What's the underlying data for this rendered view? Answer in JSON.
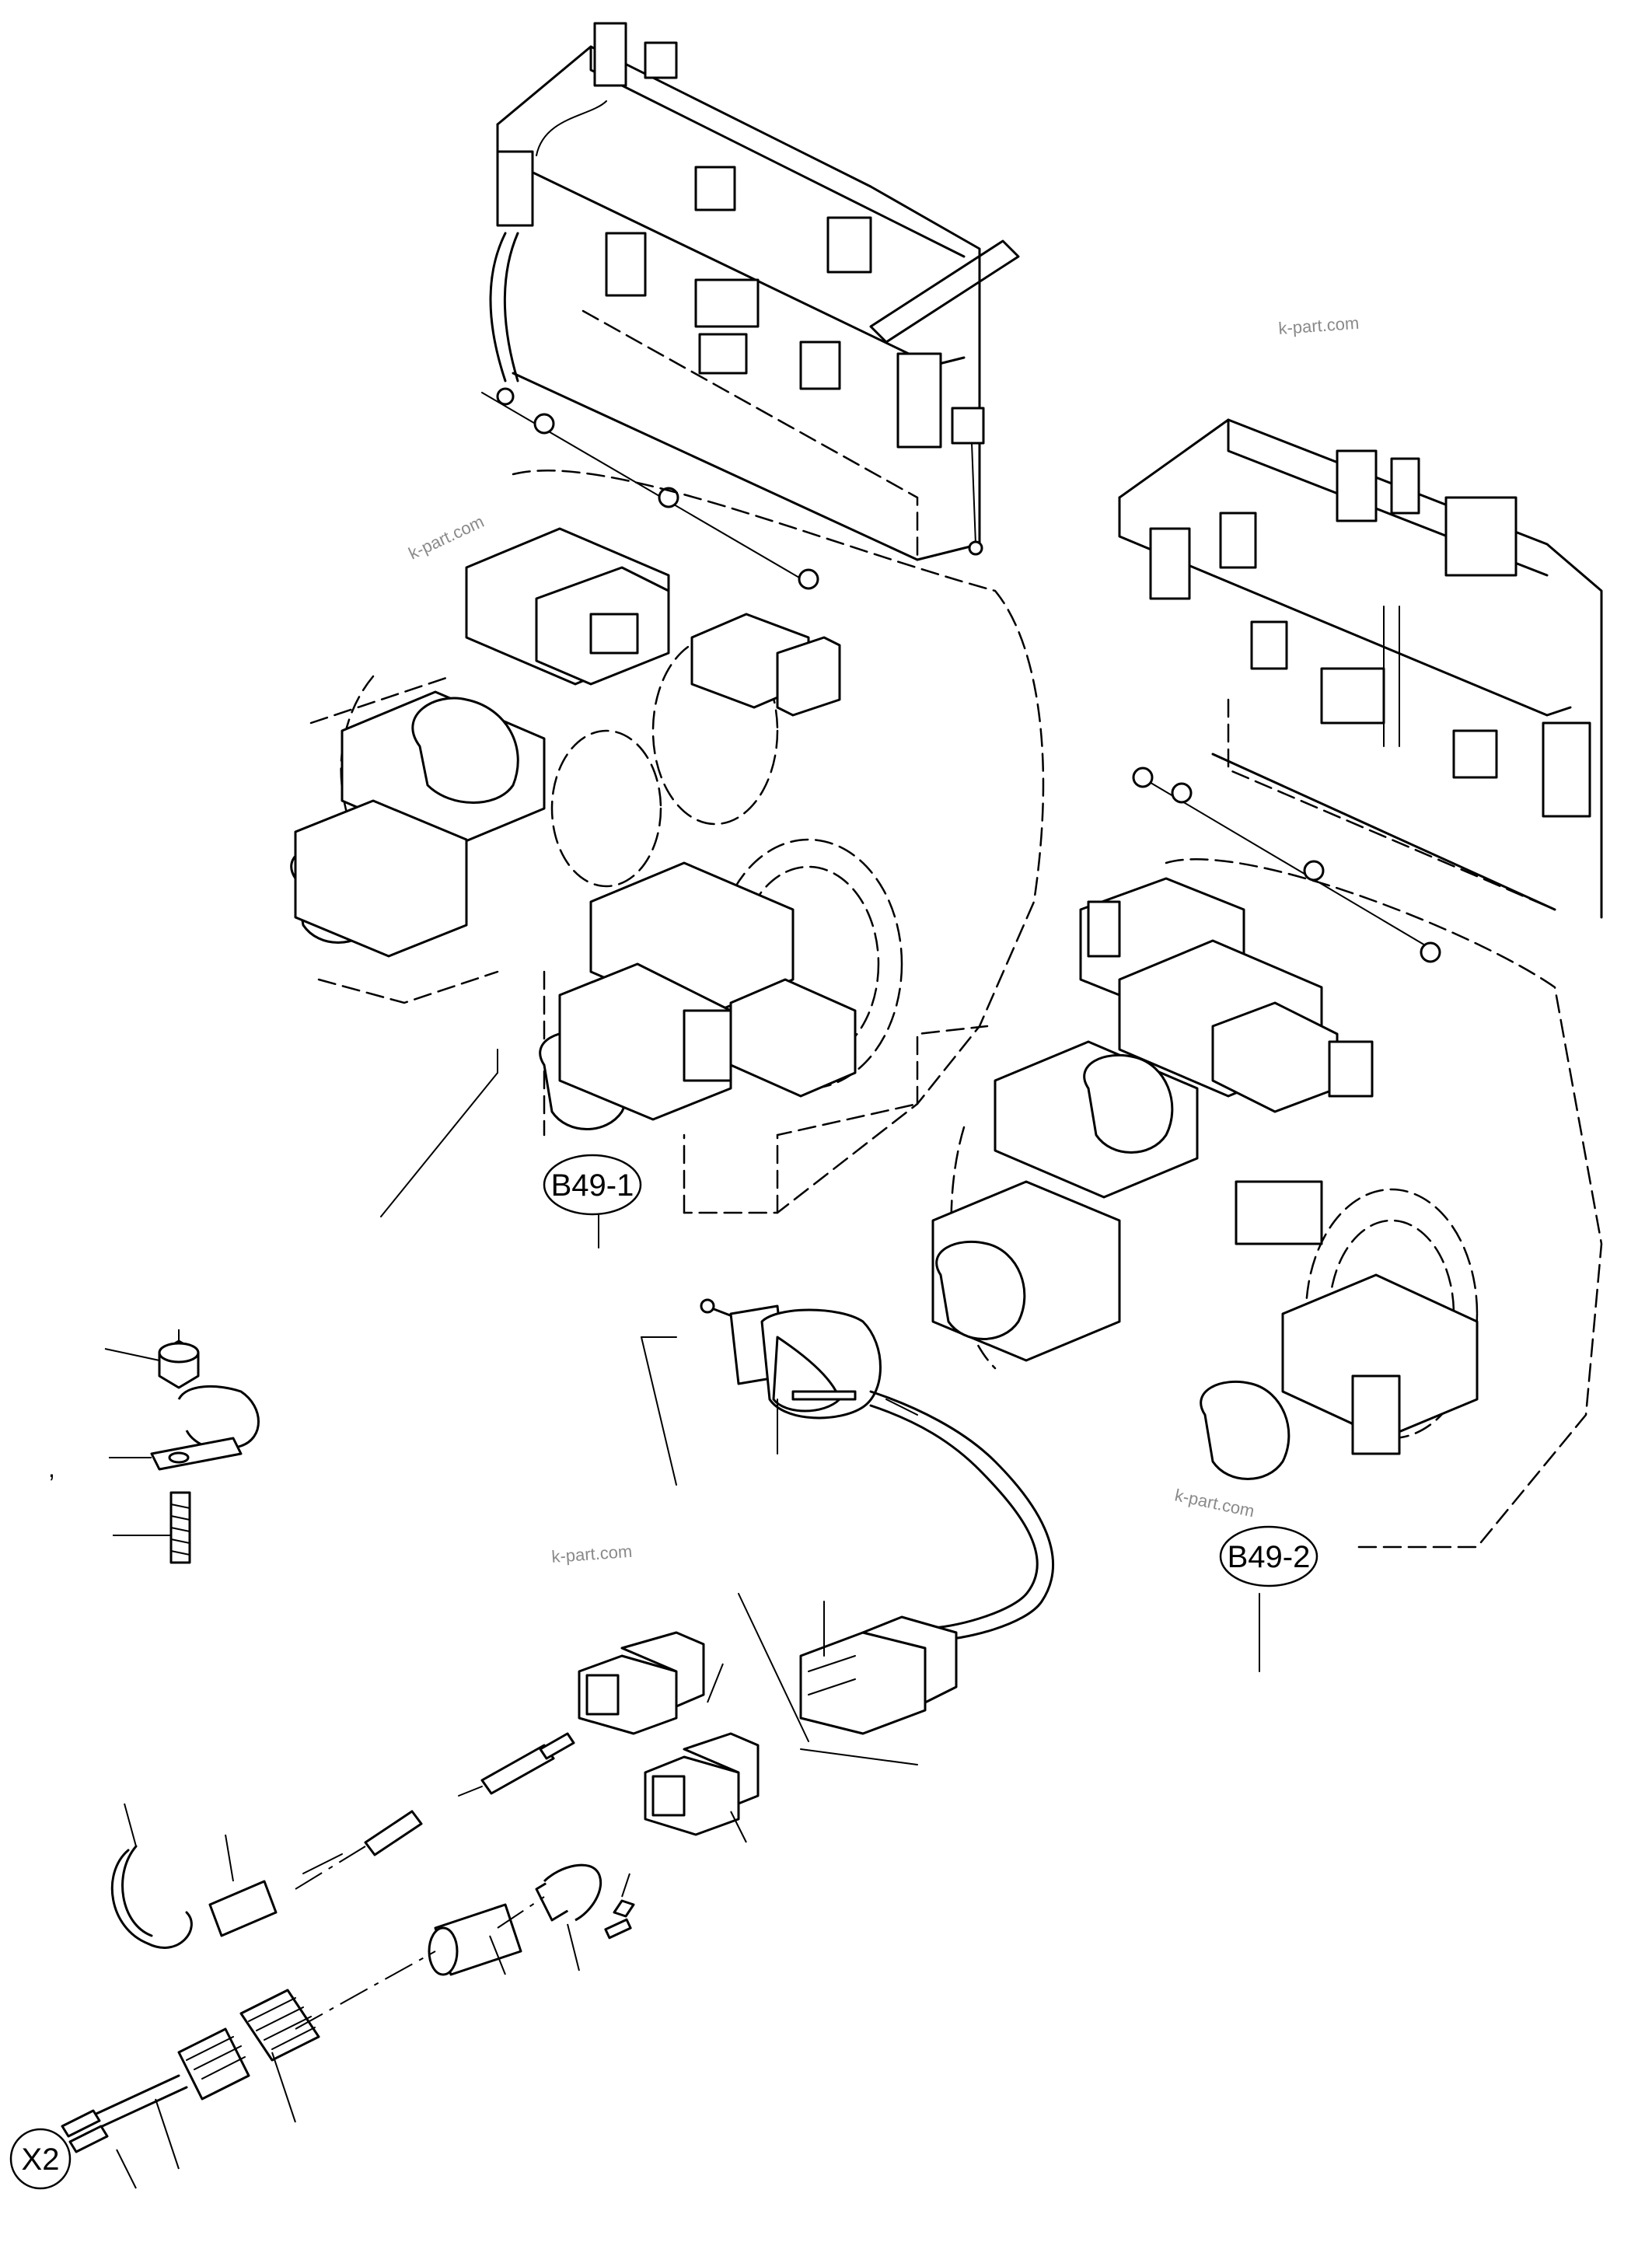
{
  "callouts": {
    "b49_1": "B49-1",
    "b49_2": "B49-2",
    "x2": "X2"
  },
  "watermarks": [
    "k-part.com",
    "k-part.com",
    "k-part.com",
    "k-part.com"
  ],
  "stray_mark": ","
}
